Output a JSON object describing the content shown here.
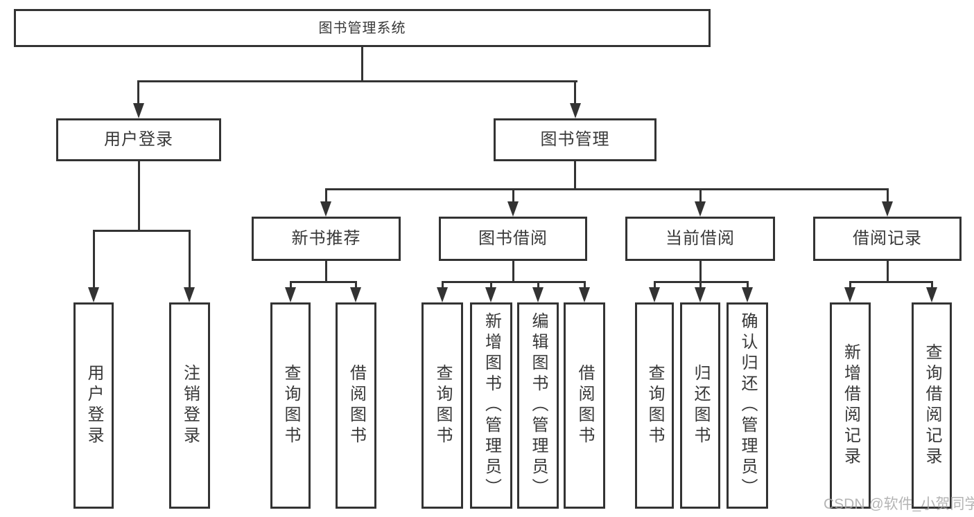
{
  "colors": {
    "line": "#333333",
    "text": "#383838",
    "background": "#ffffff",
    "watermark": "#a8a8a8"
  },
  "watermark": {
    "text": "CSDN @软件_小贺同学"
  },
  "tree": {
    "label": "图书管理系统",
    "children": [
      {
        "label": "用户登录",
        "children": [
          {
            "label": "用户登录"
          },
          {
            "label": "注销登录"
          }
        ]
      },
      {
        "label": "图书管理",
        "children": [
          {
            "label": "新书推荐",
            "children": [
              {
                "label": "查询图书"
              },
              {
                "label": "借阅图书"
              }
            ]
          },
          {
            "label": "图书借阅",
            "children": [
              {
                "label": "查询图书"
              },
              {
                "label": "新增图书（管理员）"
              },
              {
                "label": "编辑图书（管理员）"
              },
              {
                "label": "借阅图书"
              }
            ]
          },
          {
            "label": "当前借阅",
            "children": [
              {
                "label": "查询图书"
              },
              {
                "label": "归还图书"
              },
              {
                "label": "确认归还（管理员）"
              }
            ]
          },
          {
            "label": "借阅记录",
            "children": [
              {
                "label": "新增借阅记录"
              },
              {
                "label": "查询借阅记录"
              }
            ]
          }
        ]
      }
    ]
  }
}
